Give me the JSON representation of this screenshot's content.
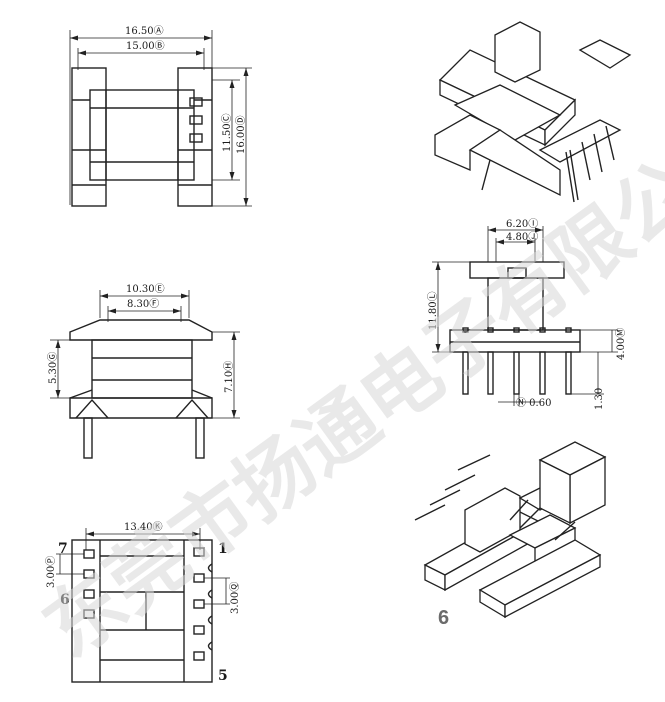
{
  "drawing_top_view": {
    "dim_a": "16.50Ⓐ",
    "dim_b": "15.00Ⓑ",
    "dim_c": "11.50Ⓒ",
    "dim_d": "16.00Ⓓ"
  },
  "drawing_front_view": {
    "dim_e": "10.30Ⓔ",
    "dim_f": "8.30Ⓕ",
    "dim_g": "5.30Ⓖ",
    "dim_h": "7.10Ⓗ"
  },
  "drawing_bottom_view": {
    "dim_k": "13.40Ⓚ",
    "dim_p": "3.00Ⓟ",
    "dim_q": "3.00Ⓠ",
    "pin_1": "1",
    "pin_5": "5",
    "pin_6": "6",
    "pin_7": "7"
  },
  "drawing_side_view": {
    "dim_i": "6.20Ⓘ",
    "dim_j": "4.80Ⓙ",
    "dim_l": "11.80Ⓛ",
    "dim_m": "4.00Ⓜ",
    "dim_pin_len": "1.30",
    "dim_n": "Ⓝ 0.60"
  },
  "iso_label": "6",
  "watermark": "东莞市扬通电子有限公司",
  "colors": {
    "line": "#222222",
    "watermark": "#d8d8d8",
    "label_grey": "#6b6b6b"
  }
}
